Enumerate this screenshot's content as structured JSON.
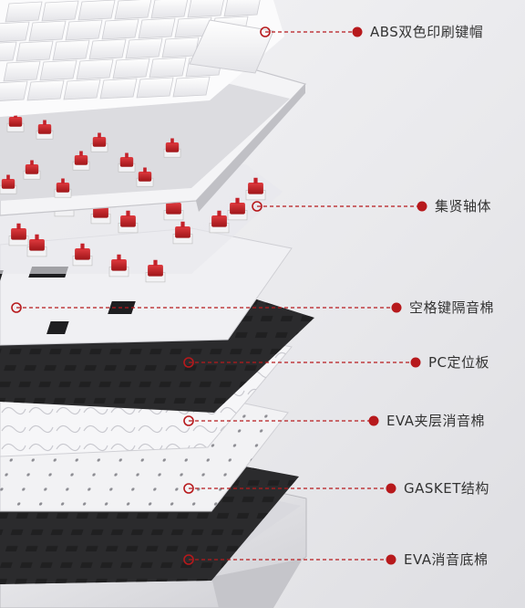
{
  "image": {
    "subject": "exploded-keyboard-layers",
    "colors": {
      "accent": "#b7191c",
      "line": "#b7191c",
      "label_text": "#333333",
      "keycap": "#f7f7f7",
      "switch": "#c4222a",
      "plate_white": "#f0f0f3",
      "plate_dark": "#2b2b2d",
      "case": "#e6e6ea"
    }
  },
  "callouts": [
    {
      "label": "ABS双色印刷键帽"
    },
    {
      "label": "集贤轴体"
    },
    {
      "label": "空格键隔音棉"
    },
    {
      "label": "PC定位板"
    },
    {
      "label": "EVA夹层消音棉"
    },
    {
      "label": "GASKET结构"
    },
    {
      "label": "EVA消音底棉"
    }
  ]
}
